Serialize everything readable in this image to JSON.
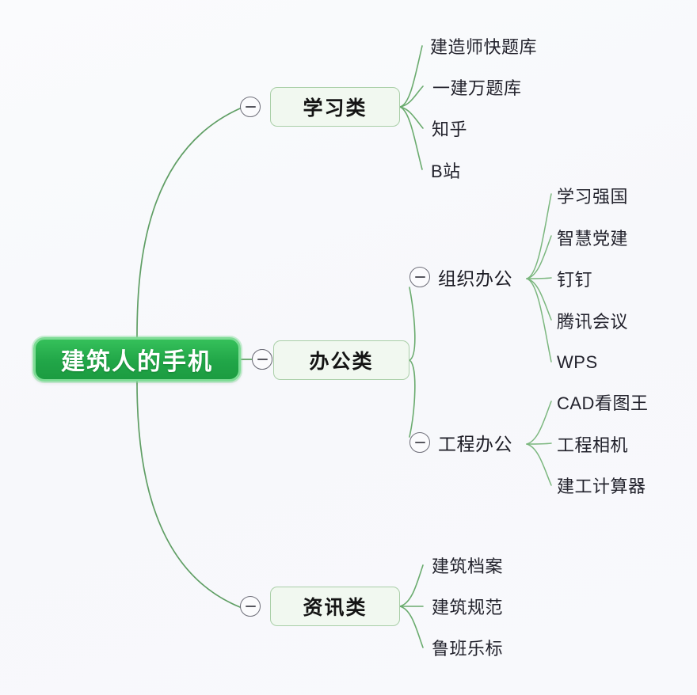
{
  "canvas": {
    "background_color": "#f8f9fc",
    "accent_color": "#21a648",
    "branch_fill": "#f1f8f0",
    "branch_border": "#aacfa8",
    "connector_color": "#6aab6e"
  },
  "root": {
    "label": "建筑人的手机",
    "toggle_glyph": "−"
  },
  "branches": [
    {
      "id": "study",
      "label": "学习类",
      "toggle_glyph": "−",
      "leaves": [
        {
          "label": "建造师快题库"
        },
        {
          "label": "一建万题库"
        },
        {
          "label": "知乎"
        },
        {
          "label": "B站"
        }
      ]
    },
    {
      "id": "office",
      "label": "办公类",
      "toggle_glyph": "−",
      "subbranches": [
        {
          "id": "org-office",
          "label": "组织办公",
          "toggle_glyph": "−",
          "leaves": [
            {
              "label": "学习强国"
            },
            {
              "label": "智慧党建"
            },
            {
              "label": "钉钉"
            },
            {
              "label": "腾讯会议"
            },
            {
              "label": "WPS"
            }
          ]
        },
        {
          "id": "eng-office",
          "label": "工程办公",
          "toggle_glyph": "−",
          "leaves": [
            {
              "label": "CAD看图王"
            },
            {
              "label": "工程相机"
            },
            {
              "label": "建工计算器"
            }
          ]
        }
      ]
    },
    {
      "id": "news",
      "label": "资讯类",
      "toggle_glyph": "−",
      "leaves": [
        {
          "label": "建筑档案"
        },
        {
          "label": "建筑规范"
        },
        {
          "label": "鲁班乐标"
        }
      ]
    }
  ]
}
